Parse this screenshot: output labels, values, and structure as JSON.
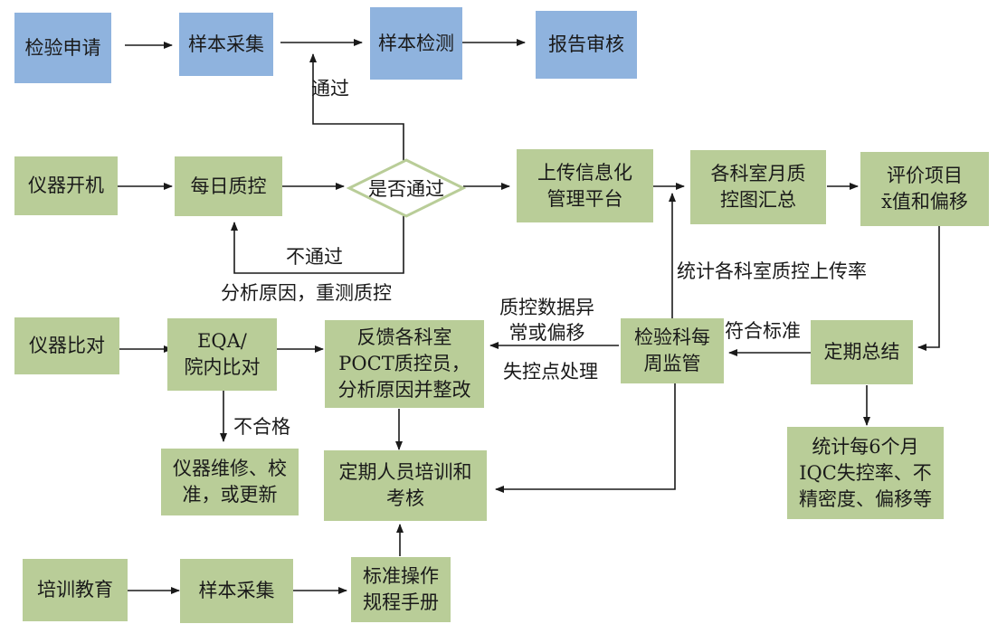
{
  "top_row": {
    "apply": "检验申请",
    "collect": "样本采集",
    "test": "样本检测",
    "review": "报告审核"
  },
  "label_pass": "通过",
  "qc_row": {
    "startup": "仪器开机",
    "daily_qc": "每日质控",
    "decision": "是否通过",
    "upload": "上传信息化\n管理平台",
    "monthly": "各科室月质\n控图汇总",
    "evaluate": "评价项目\nx̄值和偏移"
  },
  "label_fail": "不通过",
  "label_analyze": "分析原因，重测质控",
  "label_upload_rate": "统计各科室质控上传率",
  "label_abnormal": "质控数据异\n常或偏移",
  "label_outofcontrol": "失控点处理",
  "label_meets": "符合标准",
  "compare_row": {
    "compare": "仪器比对",
    "eqa": "EQA/\n院内比对",
    "feedback": "反馈各科室\nPOCT质控员，\n分析原因并整改",
    "weekly": "检验科每\n周监管",
    "summary": "定期总结"
  },
  "label_unqualified": "不合格",
  "repair": "仪器维修、校\n准，或更新",
  "training_exam": "定期人员培训和\n考核",
  "stats": "统计每6个月\nIQC失控率、不\n精密度、偏移等",
  "bottom_row": {
    "education": "培训教育",
    "collect": "样本采集",
    "sop": "标准操作\n规程手册"
  }
}
